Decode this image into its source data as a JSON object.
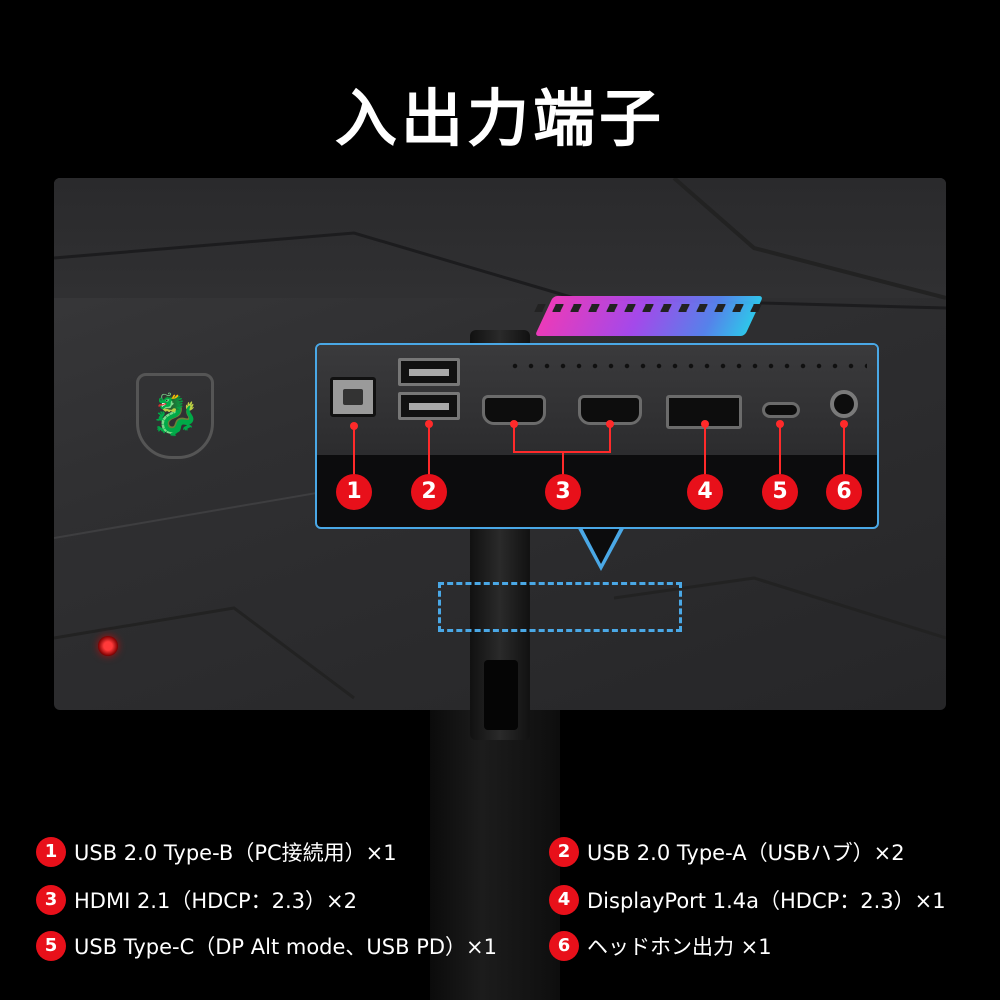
{
  "title": "入出力端子",
  "brand_logo": "msi-dragon-shield",
  "callout_numbers": [
    "1",
    "2",
    "3",
    "4",
    "5",
    "6"
  ],
  "legend": [
    {
      "num": "1",
      "text": "USB 2.0 Type-B（PC接続用）×1"
    },
    {
      "num": "2",
      "text": "USB 2.0 Type-A（USBハブ）×2"
    },
    {
      "num": "3",
      "text": "HDMI 2.1（HDCP：2.3）×2"
    },
    {
      "num": "4",
      "text": "DisplayPort 1.4a（HDCP：2.3）×1"
    },
    {
      "num": "5",
      "text": "USB Type-C（DP Alt mode、USB PD）×1"
    },
    {
      "num": "6",
      "text": "ヘッドホン出力 ×1"
    }
  ],
  "colors": {
    "accent_red": "#e8101a",
    "callout_blue": "#4aa8e6",
    "background": "#000000"
  }
}
